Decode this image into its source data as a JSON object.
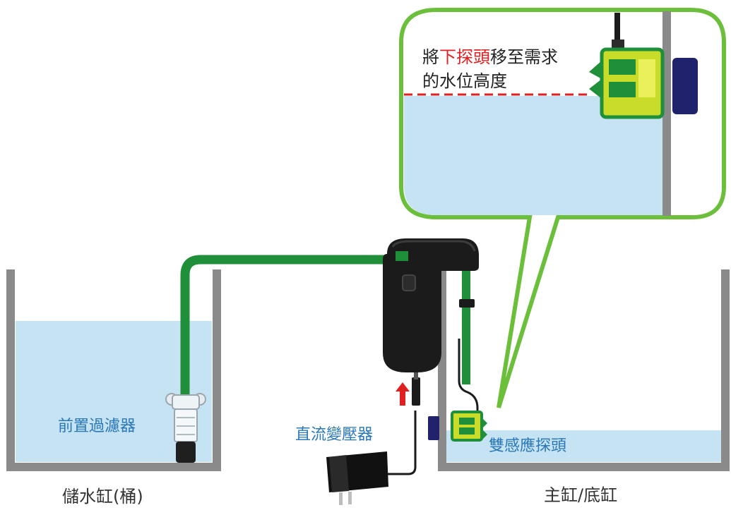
{
  "labels": {
    "prefilter": "前置過濾器",
    "storage_tank": "儲水缸(桶)",
    "adapter": "直流變壓器",
    "sensor": "雙感應探頭",
    "main_tank": "主缸/底缸"
  },
  "callout": {
    "line1_pre": "將",
    "line1_highlight": "下探頭",
    "line1_post": "移至需求",
    "line2": "的水位高度"
  },
  "colors": {
    "water": "#c5e3f3",
    "tank_wall": "#8a8a8a",
    "hose": "#1f8f3a",
    "callout_border": "#6cbf3b",
    "highlight": "#e02020",
    "sensor_body": "#c9dc2a",
    "magnet": "#20236b",
    "label_blue": "#2a78b8"
  }
}
